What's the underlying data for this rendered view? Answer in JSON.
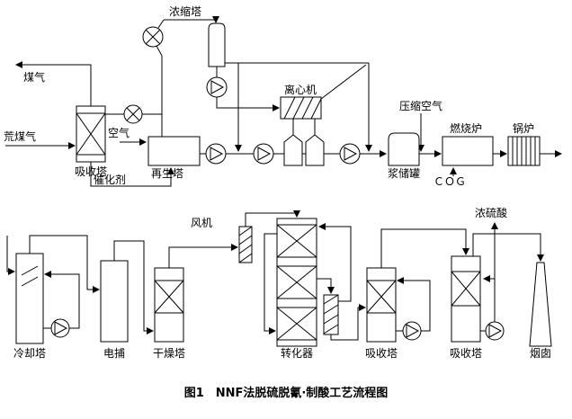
{
  "caption": "图1　NNF法脱硫脱氰·制酸工艺流程图",
  "top": {
    "gas_out": "煤气",
    "raw_gas_in": "荒煤气",
    "absorber": "吸收塔",
    "air": "空气",
    "catalyst": "催化剂",
    "regenerator": "再生塔",
    "concentrator": "浓缩塔",
    "centrifuge": "离心机",
    "compressed_air": "压缩空气",
    "slurry_tank": "浆储罐",
    "cog": "ＣＯＧ",
    "furnace": "燃烧炉",
    "boiler": "锅炉"
  },
  "bottom": {
    "cooling_tower": "冷却塔",
    "esp": "电捕",
    "drying_tower": "干燥塔",
    "fan": "风机",
    "converter": "转化器",
    "absorber1": "吸收塔",
    "absorber2": "吸收塔",
    "acid_out": "浓硫酸",
    "stack": "烟囱"
  }
}
